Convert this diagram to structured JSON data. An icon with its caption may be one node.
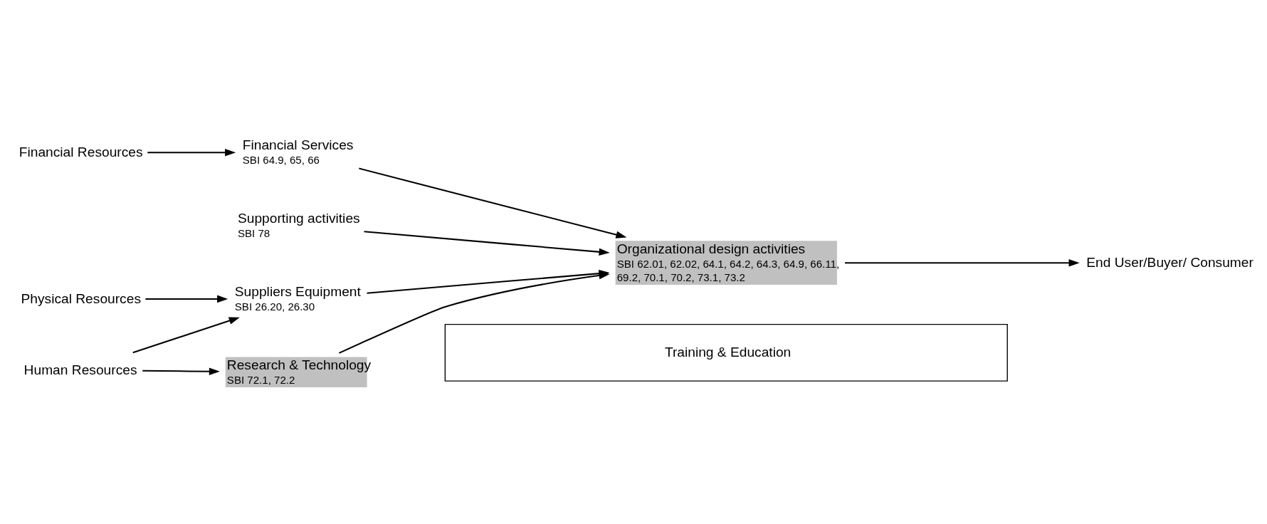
{
  "diagram": {
    "nodes": [
      {
        "text": [
          "Financial Resources"
        ]
      },
      {
        "text": [
          "Financial Services",
          "SBI 64.9, 65, 66"
        ]
      },
      {
        "text": [
          "Supporting activities",
          "SBI 78"
        ]
      },
      {
        "text": [
          "Physical Resources"
        ]
      },
      {
        "text": [
          "Suppliers Equipment",
          "SBI 26.20, 26.30"
        ]
      },
      {
        "text": [
          "Organizational design activities",
          "SBI 62.01, 62.02, 64.1, 64.2, 64.3, 64.9, 66.11, 69.2, 70.1, 70.2, 73.1, 73.2"
        ]
      },
      {
        "text": [
          "End User/Buyer/ Consumer"
        ]
      },
      {
        "text": [
          "Human Resources"
        ]
      },
      {
        "text": [
          "Research & Technology",
          "SBI 72.1, 72.2"
        ]
      },
      {
        "text": [
          "Training & Education"
        ]
      }
    ],
    "edges": [
      {
        "from": 0,
        "to": 1,
        "arrow": "to"
      },
      {
        "from": 1,
        "to": 5,
        "arrow": "to"
      },
      {
        "from": 2,
        "to": 5,
        "arrow": "to"
      },
      {
        "from": 3,
        "to": 4,
        "arrow": "to"
      },
      {
        "from": 4,
        "to": 5,
        "arrow": "to"
      },
      {
        "from": 5,
        "to": 6,
        "arrow": "to"
      },
      {
        "from": 7,
        "to": 4,
        "arrow": "to"
      },
      {
        "from": 7,
        "to": 8,
        "arrow": "to"
      },
      {
        "from": 8,
        "to": 5,
        "arrow": "to"
      }
    ]
  }
}
